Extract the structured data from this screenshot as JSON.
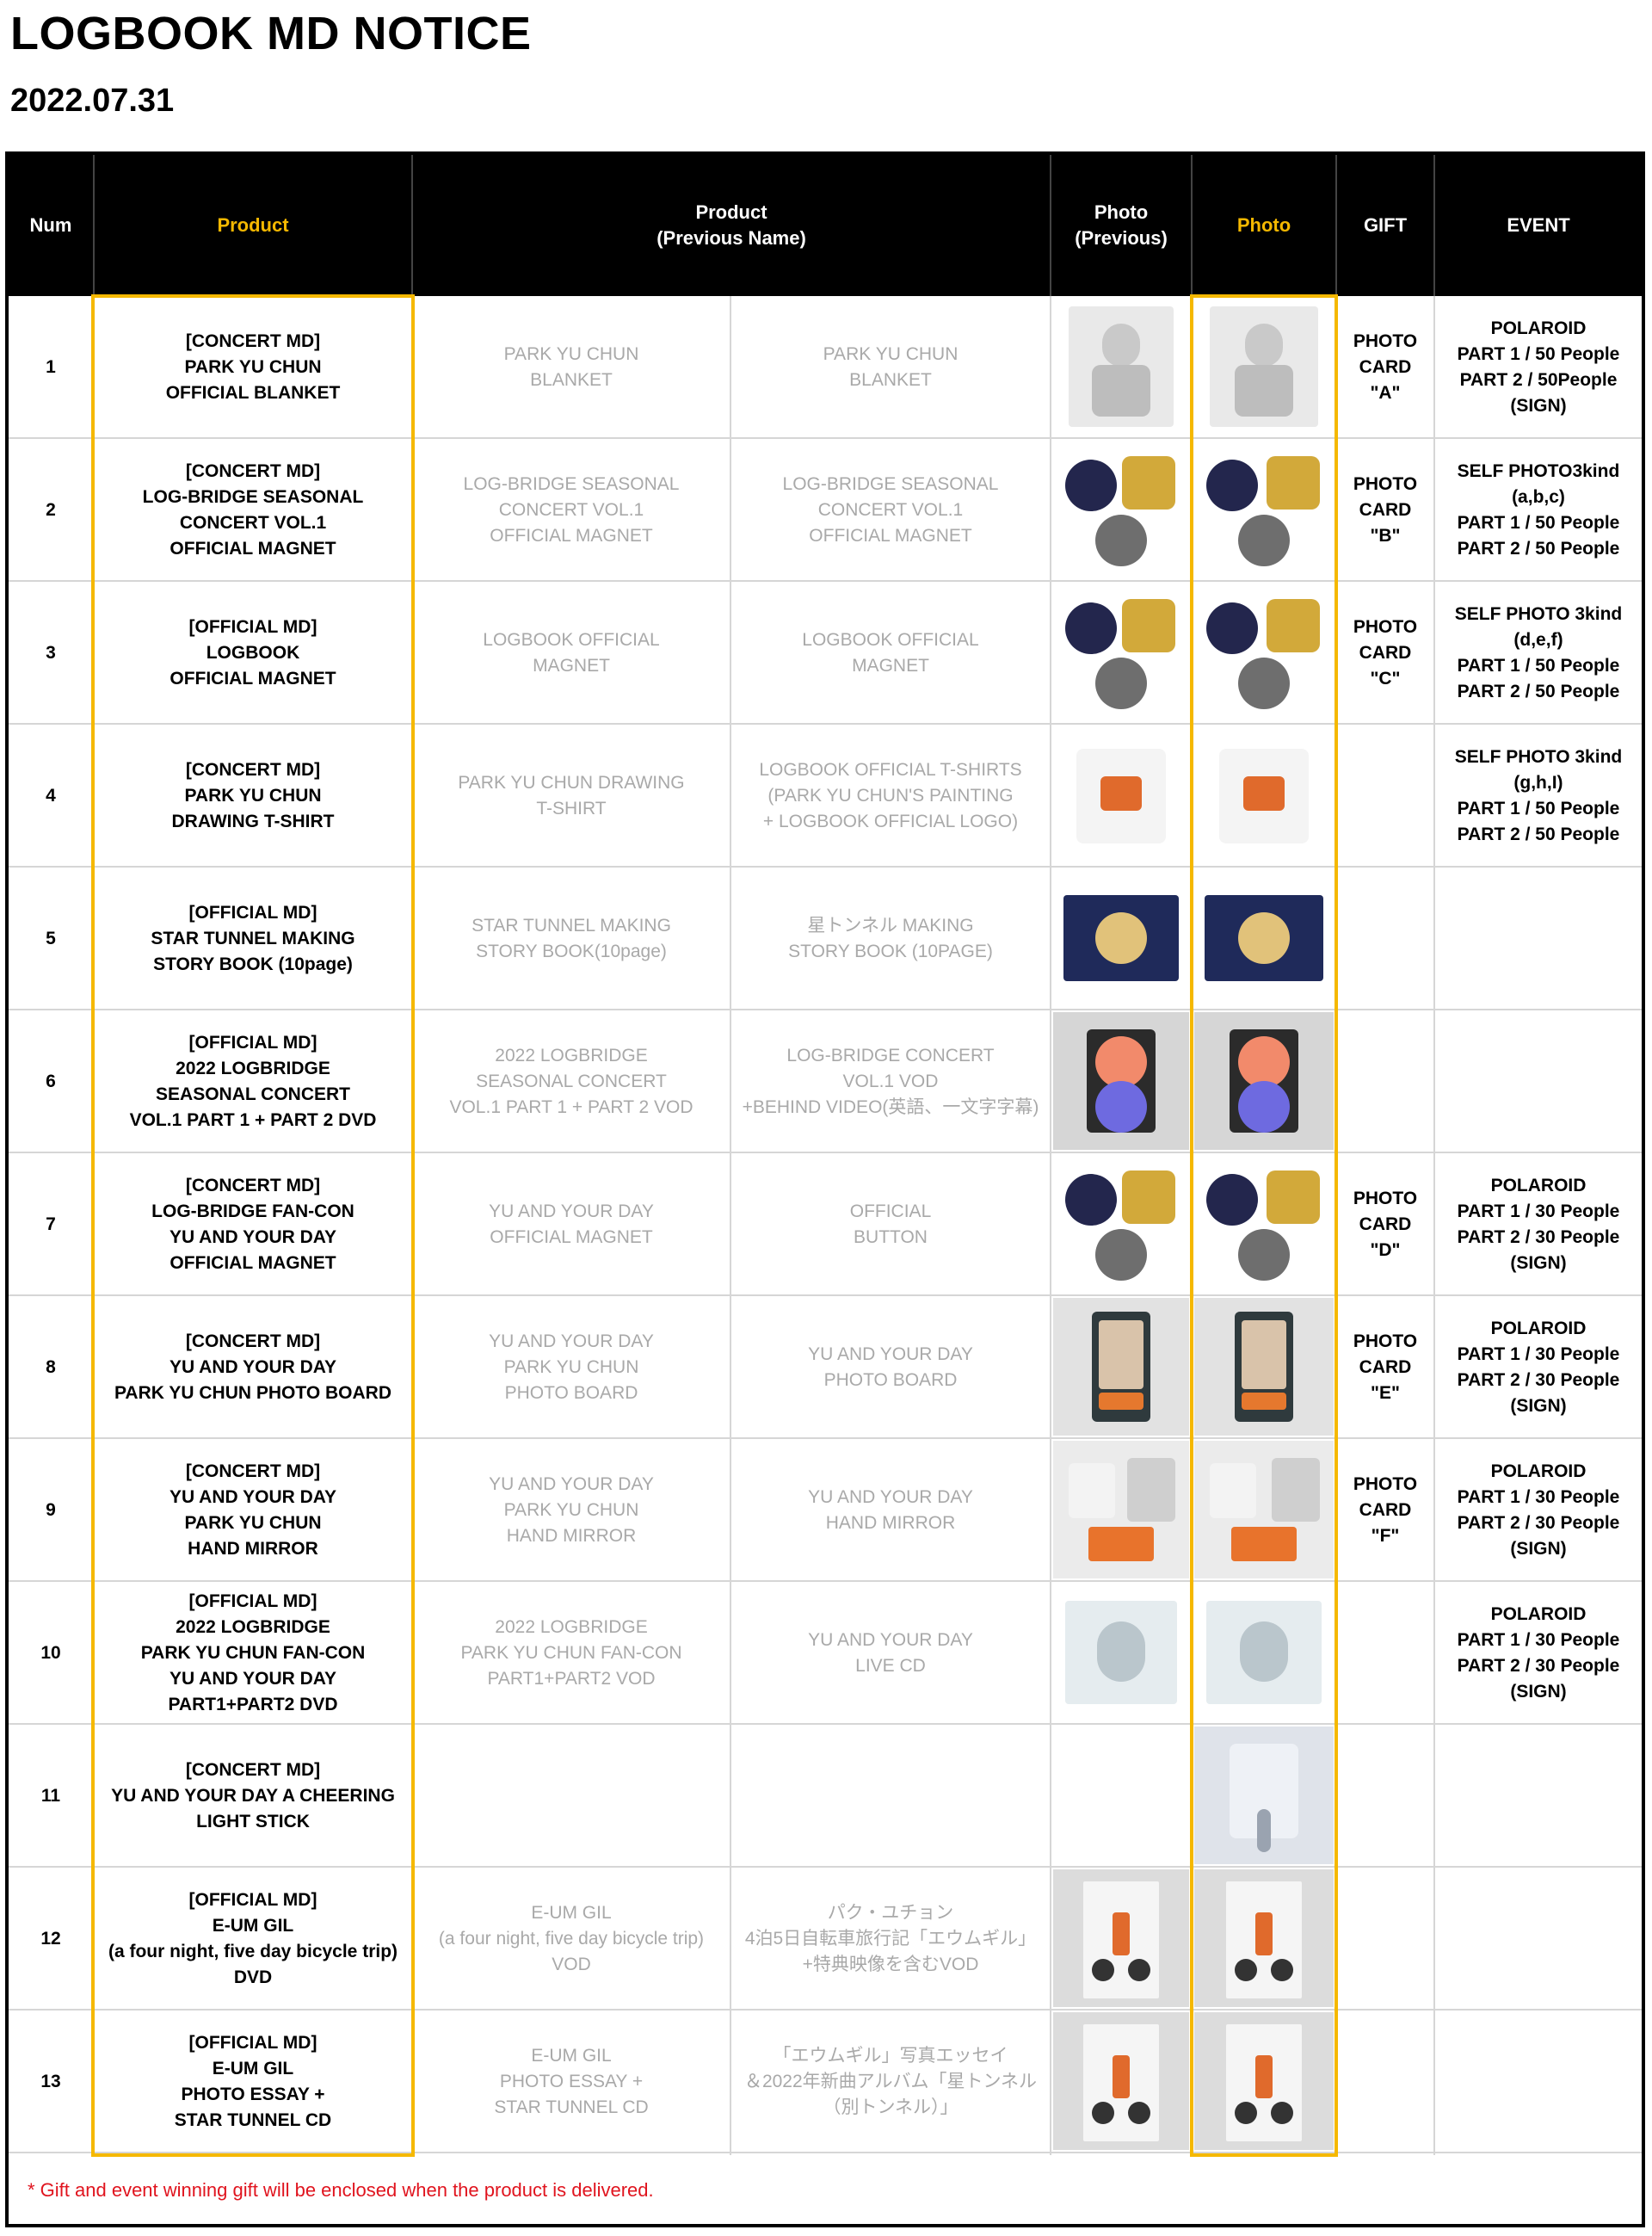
{
  "page": {
    "title": "LOGBOOK MD NOTICE",
    "date": "2022.07.31",
    "footnote": "* Gift and event winning gift will be enclosed when the product is delivered."
  },
  "colors": {
    "accent": "#f5b800",
    "header_bg": "#000000",
    "previous_text": "#a9a9a9",
    "footnote": "#e0141e"
  },
  "headers": {
    "num": "Num",
    "product": "Product",
    "product_prev": "Product\n(Previous Name)",
    "photo_prev": "Photo\n(Previous)",
    "photo": "Photo",
    "gift": "GIFT",
    "event": "EVENT"
  },
  "rows": [
    {
      "num": "1",
      "product": "[CONCERT MD]\nPARK YU CHUN\nOFFICIAL BLANKET",
      "prev_a": "PARK YU CHUN\nBLANKET",
      "prev_b": "PARK YU CHUN\nBLANKET",
      "gift": "PHOTO\nCARD\n\"A\"",
      "event": "POLAROID\nPART 1 / 50 People\nPART 2 / 50People\n(SIGN)",
      "photo_prev": "blanket-photo",
      "photo": "blanket-photo"
    },
    {
      "num": "2",
      "product": "[CONCERT MD]\nLOG-BRIDGE SEASONAL\nCONCERT VOL.1\nOFFICIAL MAGNET",
      "prev_a": "LOG-BRIDGE SEASONAL\nCONCERT VOL.1\nOFFICIAL MAGNET",
      "prev_b": "LOG-BRIDGE SEASONAL\nCONCERT VOL.1\nOFFICIAL MAGNET",
      "gift": "PHOTO\nCARD\n\"B\"",
      "event": "SELF PHOTO3kind\n(a,b,c)\nPART 1 / 50 People\nPART 2 / 50 People",
      "photo_prev": "magnet-photo",
      "photo": "magnet-photo"
    },
    {
      "num": "3",
      "product": "[OFFICIAL MD]\nLOGBOOK\nOFFICIAL MAGNET",
      "prev_a": "LOGBOOK OFFICIAL\nMAGNET",
      "prev_b": "LOGBOOK OFFICIAL\nMAGNET",
      "gift": "PHOTO\nCARD\n\"C\"",
      "event": "SELF PHOTO 3kind\n(d,e,f)\nPART 1 / 50 People\nPART 2 / 50 People",
      "photo_prev": "magnet-photo",
      "photo": "magnet-photo"
    },
    {
      "num": "4",
      "product": "[CONCERT MD]\nPARK YU CHUN\nDRAWING T-SHIRT",
      "prev_a": "PARK YU CHUN DRAWING\nT-SHIRT",
      "prev_b": "LOGBOOK OFFICIAL T-SHIRTS\n(PARK YU CHUN'S PAINTING\n+ LOGBOOK OFFICIAL LOGO)",
      "gift": "",
      "event": "SELF PHOTO 3kind\n(g,h,I)\nPART 1 / 50 People\nPART 2 / 50 People",
      "photo_prev": "tshirt-photo",
      "photo": "tshirt-photo"
    },
    {
      "num": "5",
      "product": "[OFFICIAL MD]\nSTAR TUNNEL MAKING\nSTORY BOOK (10page)",
      "prev_a": "STAR TUNNEL MAKING\nSTORY BOOK(10page)",
      "prev_b": "星トンネル MAKING\nSTORY BOOK (10PAGE)",
      "gift": "",
      "event": "",
      "photo_prev": "storybook-photo",
      "photo": "storybook-photo"
    },
    {
      "num": "6",
      "product": "[OFFICIAL MD]\n2022 LOGBRIDGE\nSEASONAL CONCERT\nVOL.1 PART 1 + PART 2 DVD",
      "prev_a": "2022 LOGBRIDGE\nSEASONAL CONCERT\nVOL.1 PART 1 + PART 2 VOD",
      "prev_b": "LOG-BRIDGE CONCERT\nVOL.1 VOD\n+BEHIND VIDEO(英語、一文字字幕)",
      "gift": "",
      "event": "",
      "photo_prev": "dvd-photo",
      "photo": "dvd-photo"
    },
    {
      "num": "7",
      "product": "[CONCERT MD]\nLOG-BRIDGE FAN-CON\nYU AND YOUR DAY\nOFFICIAL MAGNET",
      "prev_a": "YU AND YOUR DAY\nOFFICIAL MAGNET",
      "prev_b": "OFFICIAL\nBUTTON",
      "gift": "PHOTO\nCARD\n\"D\"",
      "event": "POLAROID\nPART 1 / 30 People\nPART 2 / 30 People\n(SIGN)",
      "photo_prev": "magnet-photo",
      "photo": "magnet-photo"
    },
    {
      "num": "8",
      "product": "[CONCERT MD]\nYU AND YOUR DAY\nPARK YU CHUN PHOTO BOARD",
      "prev_a": "YU AND YOUR DAY\nPARK YU CHUN\nPHOTO BOARD",
      "prev_b": "YU AND YOUR DAY\nPHOTO BOARD",
      "gift": "PHOTO\nCARD\n\"E\"",
      "event": "POLAROID\nPART 1 / 30 People\nPART 2 / 30 People\n(SIGN)",
      "photo_prev": "photoboard-photo",
      "photo": "photoboard-photo"
    },
    {
      "num": "9",
      "product": "[CONCERT MD]\nYU AND YOUR DAY\nPARK YU CHUN\nHAND MIRROR",
      "prev_a": "YU AND YOUR DAY\nPARK YU CHUN\nHAND MIRROR",
      "prev_b": "YU AND YOUR DAY\nHAND MIRROR",
      "gift": "PHOTO\nCARD\n\"F\"",
      "event": "POLAROID\nPART 1 / 30 People\nPART 2 / 30 People\n(SIGN)",
      "photo_prev": "mirror-photo",
      "photo": "mirror-photo"
    },
    {
      "num": "10",
      "product": "[OFFICIAL MD]\n2022 LOGBRIDGE\nPARK YU CHUN FAN-CON\nYU AND YOUR DAY\nPART1+PART2 DVD",
      "prev_a": "2022 LOGBRIDGE\nPARK YU CHUN FAN-CON\nPART1+PART2 VOD",
      "prev_b": "YU AND YOUR DAY\nLIVE CD",
      "gift": "",
      "event": "POLAROID\nPART 1 / 30 People\nPART 2 / 30 People\n(SIGN)",
      "photo_prev": "cd-photo",
      "photo": "cd-photo"
    },
    {
      "num": "11",
      "product": "[CONCERT MD]\nYU AND YOUR DAY A CHEERING\nLIGHT STICK",
      "prev_a": "",
      "prev_b": "",
      "gift": "",
      "event": "",
      "photo_prev": "",
      "photo": "lightstick-photo"
    },
    {
      "num": "12",
      "product": "[OFFICIAL MD]\nE-UM GIL\n(a four night, five day bicycle trip)\nDVD",
      "prev_a": "E-UM GIL\n(a four night, five day bicycle trip)\nVOD",
      "prev_b": "パク・ユチョン\n4泊5日自転車旅行記「エウムギル」\n+特典映像を含むVOD",
      "gift": "",
      "event": "",
      "photo_prev": "bicycle-book-photo",
      "photo": "bicycle-book-photo"
    },
    {
      "num": "13",
      "product": "[OFFICIAL MD]\nE-UM GIL\nPHOTO ESSAY +\nSTAR TUNNEL CD",
      "prev_a": "E-UM GIL\nPHOTO ESSAY +\nSTAR TUNNEL CD",
      "prev_b": "「エウムギル」写真エッセイ\n＆2022年新曲アルバム「星トンネル\n（別トンネル）」",
      "gift": "",
      "event": "",
      "photo_prev": "bicycle-book-photo",
      "photo": "bicycle-book-photo"
    }
  ]
}
